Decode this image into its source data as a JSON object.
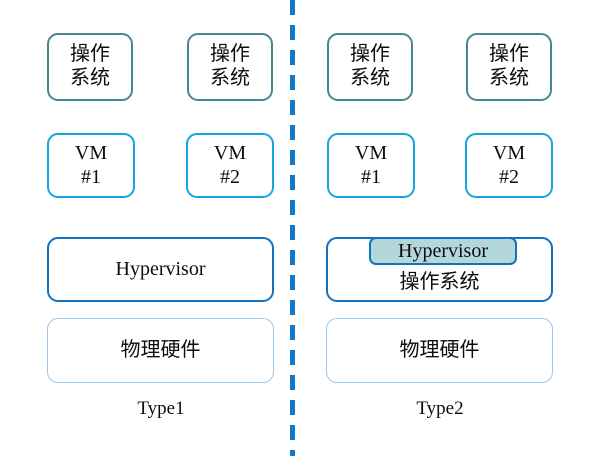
{
  "diagram": {
    "divider": {
      "name": "vertical-dashed-divider",
      "color": "#1278c8"
    },
    "panels": [
      {
        "id": "type1",
        "caption": "Type1",
        "os_boxes": [
          {
            "line1": "操作",
            "line2": "系统"
          },
          {
            "line1": "操作",
            "line2": "系统"
          }
        ],
        "vm_boxes": [
          {
            "line1": "VM",
            "line2": "#1"
          },
          {
            "line1": "VM",
            "line2": "#2"
          }
        ],
        "hypervisor_box": {
          "label": "Hypervisor"
        },
        "hardware_box": {
          "label": "物理硬件"
        }
      },
      {
        "id": "type2",
        "caption": "Type2",
        "os_boxes": [
          {
            "line1": "操作",
            "line2": "系统"
          },
          {
            "line1": "操作",
            "line2": "系统"
          }
        ],
        "vm_boxes": [
          {
            "line1": "VM",
            "line2": "#1"
          },
          {
            "line1": "VM",
            "line2": "#2"
          }
        ],
        "host_box": {
          "chip_label": "Hypervisor",
          "host_os_label": "操作系统"
        },
        "hardware_box": {
          "label": "物理硬件"
        }
      }
    ]
  },
  "colors": {
    "os_border": "#46898d",
    "vm_border": "#16a5e2",
    "hypervisor_border": "#1272c0",
    "hardware_border": "#9dc6e8",
    "chip_fill": "#b3d7da",
    "divider": "#1278c8",
    "text": "#0d0d0d",
    "background": "#ffffff"
  }
}
